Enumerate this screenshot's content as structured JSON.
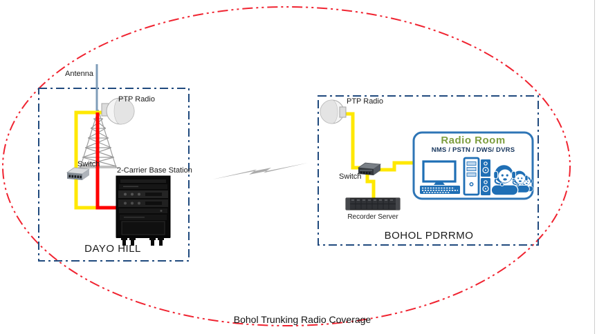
{
  "diagram": {
    "title": "Bohol Trunking Radio Coverage",
    "coverage_shape": "dashed-red-ellipse",
    "link": {
      "type": "wireless-link",
      "icon": "lightning-bolt-icon"
    },
    "sites": {
      "dayo_hill": {
        "name": "DAYO HILL",
        "antenna_label": "Antenna",
        "ptp_radio_label": "PTP Radio",
        "switch_label": "Switch",
        "base_station_label": "2-Carrier Base Station"
      },
      "bohol_pdrrmo": {
        "name": "BOHOL PDRRMO",
        "ptp_radio_label": "PTP Radio",
        "switch_label": "Switch",
        "recorder_server_label": "Recorder Server",
        "radio_room": {
          "title": "Radio Room",
          "subtitle": "NMS / PSTN / DWS/ DVRS"
        }
      }
    },
    "icons": {
      "antenna-mast-icon": "vertical pole line",
      "lattice-tower-icon": "triangular lattice radio tower",
      "ptp-dish-icon": "microwave dish with feed horn",
      "switch-icon": "3d network switch box",
      "rack-cabinet-icon": "black equipment rack",
      "recorder-server-icon": "2U rack server with drive bays",
      "lightning-bolt-icon": "gray horizontal lightning bolt",
      "workstation-icon": "monitor and keyboard outline",
      "tower-pc-icon": "tower computer with drive bays",
      "speakers-icon": "stacked speaker boxes",
      "operators-icon": "three call operators with headsets"
    }
  },
  "colors": {
    "coverage-ellipse": "#f02330",
    "site-border": "#1f497d",
    "cable-yellow": "#ffe800",
    "cable-red": "#ff0000",
    "radio-room-border": "#2e75b6",
    "radio-room-title": "#7e9e3f",
    "radio-room-subtitle": "#17365d",
    "icon-blue": "#1f6fb5",
    "lightning-gray": "#ababab",
    "antenna-mast": "#7f9db9",
    "tower-gray": "#9a9a9a"
  }
}
